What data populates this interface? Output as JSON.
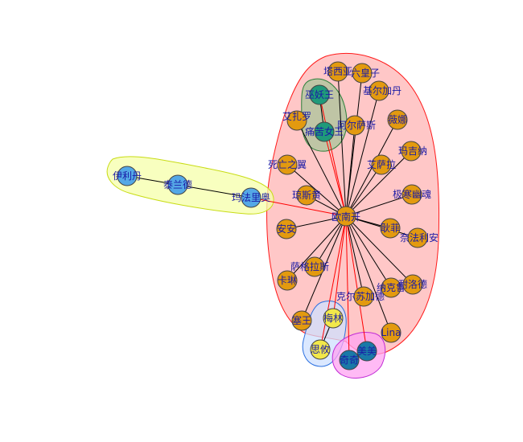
{
  "graph": {
    "colors": {
      "edge_default": "#000000",
      "edge_highlight": "#ff0000",
      "label_text": "#1a1aa6",
      "node_stroke": "#444444"
    },
    "groups": [
      {
        "name": "group-red",
        "fill": "#ffb4b4",
        "stroke": "#ff1a1a"
      },
      {
        "name": "group-yellow",
        "fill": "#f6ffaa",
        "stroke": "#c8dc14"
      },
      {
        "name": "group-green",
        "fill": "#a9c49a",
        "stroke": "#2b7f3a"
      },
      {
        "name": "group-blue",
        "fill": "#cfe0ff",
        "stroke": "#2a6fe0"
      },
      {
        "name": "group-purple",
        "fill": "#ffa3f2",
        "stroke": "#c12bd5"
      }
    ],
    "nodes": [
      {
        "id": "hub",
        "label": "欧南开",
        "color": "#e39a0f"
      },
      {
        "id": "n1",
        "label": "塔西亚",
        "color": "#e39a0f"
      },
      {
        "id": "n2",
        "label": "六皇子",
        "color": "#e39a0f"
      },
      {
        "id": "n3",
        "label": "基尔加丹",
        "color": "#e39a0f"
      },
      {
        "id": "n4",
        "label": "艾扎罗",
        "color": "#e39a0f"
      },
      {
        "id": "n5",
        "label": "阿尔萨斯",
        "color": "#e39a0f"
      },
      {
        "id": "n6",
        "label": "薇娜",
        "color": "#e39a0f"
      },
      {
        "id": "n7",
        "label": "玛吉纳",
        "color": "#e39a0f"
      },
      {
        "id": "n8",
        "label": "死亡之翼",
        "color": "#e39a0f"
      },
      {
        "id": "n9",
        "label": "艾萨拉",
        "color": "#e39a0f"
      },
      {
        "id": "n10",
        "label": "琼斯黄",
        "color": "#e39a0f"
      },
      {
        "id": "n11",
        "label": "极寒幽魂",
        "color": "#e39a0f"
      },
      {
        "id": "n12",
        "label": "安安",
        "color": "#e39a0f"
      },
      {
        "id": "n13",
        "label": "耿菲",
        "color": "#e39a0f"
      },
      {
        "id": "n14",
        "label": "奈法利安",
        "color": "#e39a0f"
      },
      {
        "id": "n15",
        "label": "萨格拉斯",
        "color": "#e39a0f"
      },
      {
        "id": "n16",
        "label": "卡琳",
        "color": "#e39a0f"
      },
      {
        "id": "n17",
        "label": "克尔苏加德",
        "color": "#e39a0f"
      },
      {
        "id": "n18",
        "label": "纳克鲁",
        "color": "#e39a0f"
      },
      {
        "id": "n19",
        "label": "耐洛德",
        "color": "#e39a0f"
      },
      {
        "id": "n20",
        "label": "塞王",
        "color": "#e39a0f"
      },
      {
        "id": "n21",
        "label": "Lina",
        "color": "#e39a0f"
      },
      {
        "id": "g1",
        "label": "巫妖王",
        "color": "#1f9a7a"
      },
      {
        "id": "g2",
        "label": "痛苦女王",
        "color": "#1f9a7a"
      },
      {
        "id": "b1",
        "label": "梅林",
        "color": "#f2e84a"
      },
      {
        "id": "b2",
        "label": "思攸",
        "color": "#f2e84a"
      },
      {
        "id": "p1",
        "label": "奇奇",
        "color": "#1a79a8"
      },
      {
        "id": "p2",
        "label": "美美",
        "color": "#1a79a8"
      },
      {
        "id": "y1",
        "label": "伊利丹",
        "color": "#54a8e6"
      },
      {
        "id": "y2",
        "label": "泰兰德",
        "color": "#54a8e6"
      },
      {
        "id": "y3",
        "label": "玛法里奥",
        "color": "#54a8e6"
      }
    ],
    "edges": [
      {
        "s": "hub",
        "t": "n1",
        "red": false
      },
      {
        "s": "hub",
        "t": "n2",
        "red": false
      },
      {
        "s": "hub",
        "t": "n3",
        "red": false
      },
      {
        "s": "hub",
        "t": "n4",
        "red": false
      },
      {
        "s": "hub",
        "t": "n5",
        "red": false
      },
      {
        "s": "hub",
        "t": "n6",
        "red": false
      },
      {
        "s": "hub",
        "t": "n7",
        "red": false
      },
      {
        "s": "hub",
        "t": "n8",
        "red": false
      },
      {
        "s": "hub",
        "t": "n9",
        "red": false
      },
      {
        "s": "hub",
        "t": "n10",
        "red": false
      },
      {
        "s": "hub",
        "t": "n11",
        "red": false
      },
      {
        "s": "hub",
        "t": "n12",
        "red": false
      },
      {
        "s": "hub",
        "t": "n13",
        "red": false
      },
      {
        "s": "hub",
        "t": "n14",
        "red": false
      },
      {
        "s": "hub",
        "t": "n15",
        "red": false
      },
      {
        "s": "hub",
        "t": "n16",
        "red": false
      },
      {
        "s": "hub",
        "t": "n17",
        "red": false
      },
      {
        "s": "hub",
        "t": "n18",
        "red": false
      },
      {
        "s": "hub",
        "t": "n19",
        "red": false
      },
      {
        "s": "hub",
        "t": "n20",
        "red": false
      },
      {
        "s": "hub",
        "t": "n21",
        "red": false
      },
      {
        "s": "hub",
        "t": "g1",
        "red": true
      },
      {
        "s": "hub",
        "t": "g2",
        "red": true
      },
      {
        "s": "hub",
        "t": "b1",
        "red": true
      },
      {
        "s": "hub",
        "t": "b2",
        "red": true
      },
      {
        "s": "hub",
        "t": "p1",
        "red": true
      },
      {
        "s": "hub",
        "t": "p2",
        "red": true
      },
      {
        "s": "hub",
        "t": "y3",
        "red": true
      },
      {
        "s": "g1",
        "t": "g2",
        "red": false
      },
      {
        "s": "b1",
        "t": "b2",
        "red": false
      },
      {
        "s": "p1",
        "t": "p2",
        "red": false
      },
      {
        "s": "y1",
        "t": "y2",
        "red": false
      },
      {
        "s": "y2",
        "t": "y3",
        "red": false
      }
    ]
  }
}
